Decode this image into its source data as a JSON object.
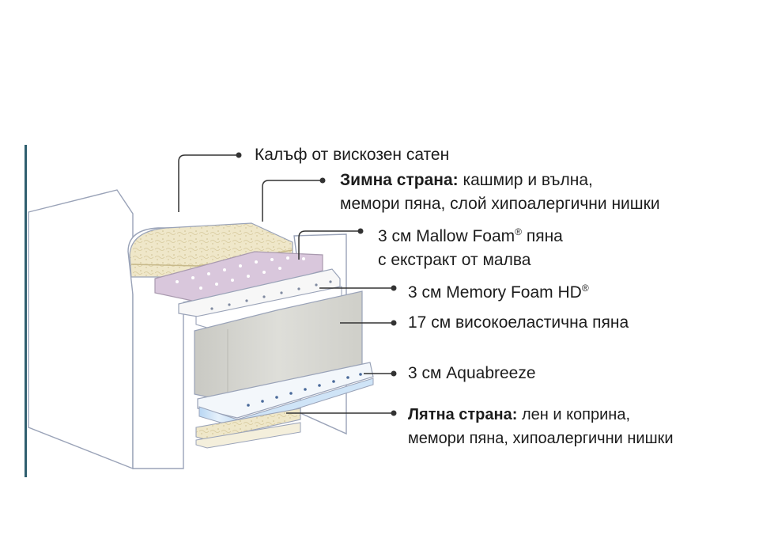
{
  "layers": [
    {
      "id": "cover",
      "text": "Калъф от вискозен сатен"
    },
    {
      "id": "winter",
      "bold": "Зимна страна:",
      "text": " кашмир и вълна,",
      "line2": "мемори пяна, слой хипоалергични нишки"
    },
    {
      "id": "mallow",
      "text": "3 см Mallow Foam",
      "sup": "®",
      "text2": " пяна",
      "line2": "с екстракт от малва"
    },
    {
      "id": "memory",
      "text": "3 см Memory Foam HD",
      "sup": "®"
    },
    {
      "id": "hr",
      "text": "17 см високоеластична пяна"
    },
    {
      "id": "aqua",
      "text": "3 см Aquabreeze"
    },
    {
      "id": "summer",
      "bold": "Лятна страна:",
      "text": " лен и коприна,",
      "line2": "мемори пяна, хипоалергични нишки"
    }
  ],
  "colors": {
    "leader": "#333333",
    "outline": "#9aa3b8",
    "mallow_layer": "#d9c7dc",
    "hr_core": "#dcdcd6",
    "aquabreeze": "#cfe4f7",
    "wool": "#ece3c4",
    "accent_bar": "#2f5f6f"
  }
}
